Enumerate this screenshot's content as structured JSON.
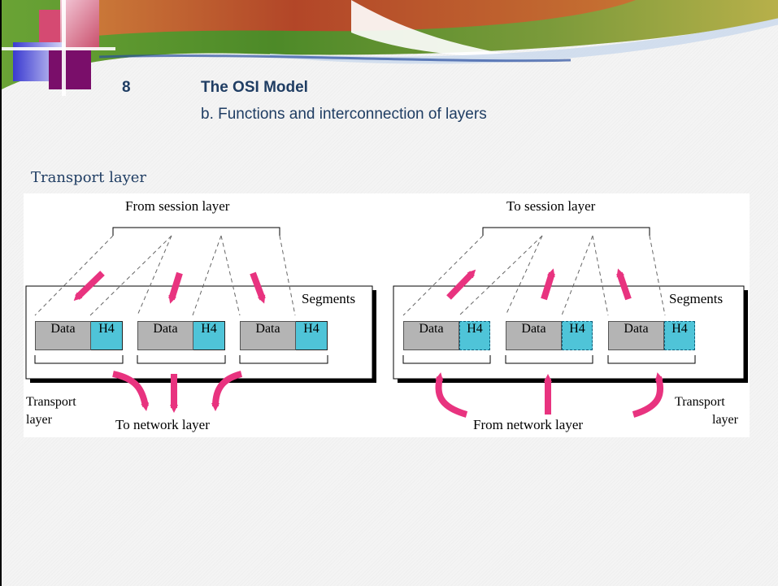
{
  "slide": {
    "number": "8",
    "title": "The OSI Model",
    "subtitle": "b. Functions and interconnection of layers",
    "section": "Transport layer"
  },
  "sender": {
    "top_label": "From session layer",
    "box_label": "Segments",
    "bottom_label": "To network layer",
    "side_label_1": "Transport",
    "side_label_2": "layer",
    "segments": [
      {
        "data": "Data",
        "header": "H4"
      },
      {
        "data": "Data",
        "header": "H4"
      },
      {
        "data": "Data",
        "header": "H4"
      }
    ]
  },
  "receiver": {
    "top_label": "To session layer",
    "box_label": "Segments",
    "bottom_label": "From network layer",
    "side_label_1": "Transport",
    "side_label_2": "layer",
    "segments": [
      {
        "data": "Data",
        "header": "H4"
      },
      {
        "data": "Data",
        "header": "H4"
      },
      {
        "data": "Data",
        "header": "H4"
      }
    ]
  },
  "colors": {
    "arrow": "#e8337f",
    "header": "#4fc4d8",
    "data": "#b4b4b4",
    "title_text": "#1f3d63",
    "banner_green": "#5a8f2a",
    "banner_red": "#c8442a"
  }
}
